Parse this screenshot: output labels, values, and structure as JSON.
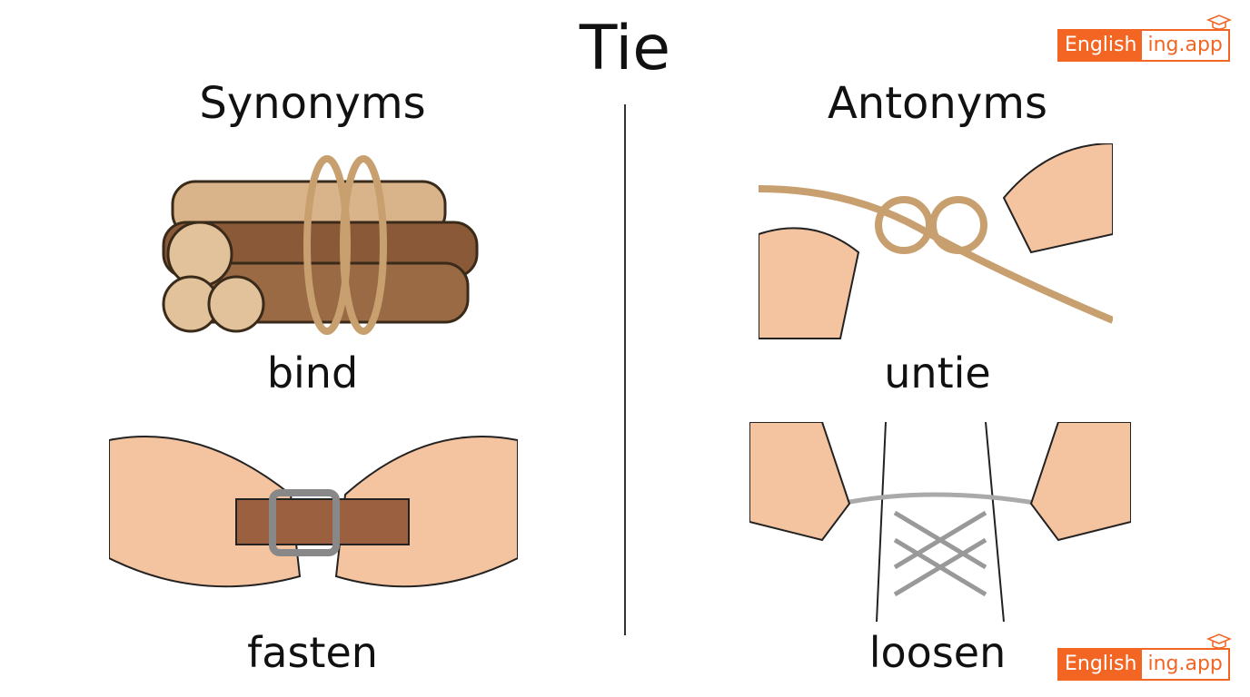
{
  "title": "Tie",
  "synonyms": {
    "heading": "Synonyms",
    "items": [
      {
        "word": "bind",
        "icon": "bundled-logs-icon"
      },
      {
        "word": "fasten",
        "icon": "belt-buckle-icon"
      }
    ]
  },
  "antonyms": {
    "heading": "Antonyms",
    "items": [
      {
        "word": "untie",
        "icon": "rope-knot-icon"
      },
      {
        "word": "loosen",
        "icon": "shoelace-icon"
      }
    ]
  },
  "logo": {
    "part1": "English",
    "part2": "ing.app",
    "color": "#f26522"
  }
}
